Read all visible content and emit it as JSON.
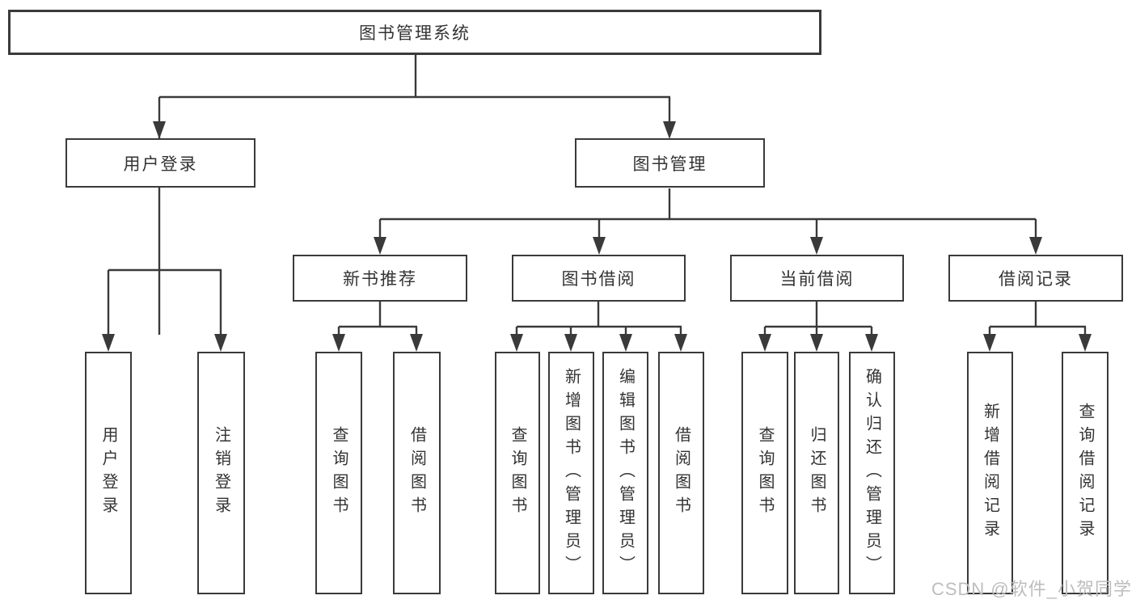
{
  "diagram": {
    "title": "图书管理系统",
    "branches": [
      {
        "label": "用户登录",
        "leaves": [
          "用户登录",
          "注销登录"
        ]
      },
      {
        "label": "图书管理",
        "children": [
          {
            "label": "新书推荐",
            "leaves": [
              "查询图书",
              "借阅图书"
            ]
          },
          {
            "label": "图书借阅",
            "leaves": [
              "查询图书",
              "新增图书（管理员）",
              "编辑图书（管理员）",
              "借阅图书"
            ]
          },
          {
            "label": "当前借阅",
            "leaves": [
              "查询图书",
              "归还图书",
              "确认归还（管理员）"
            ]
          },
          {
            "label": "借阅记录",
            "leaves": [
              "新增借阅记录",
              "查询借阅记录"
            ]
          }
        ]
      }
    ]
  },
  "watermark": {
    "text": "CSDN @软件_小贺同学"
  },
  "colors": {
    "line": "#3a3a3a",
    "text": "#333333",
    "background": "#ffffff",
    "watermark": "#bdbdbd"
  }
}
